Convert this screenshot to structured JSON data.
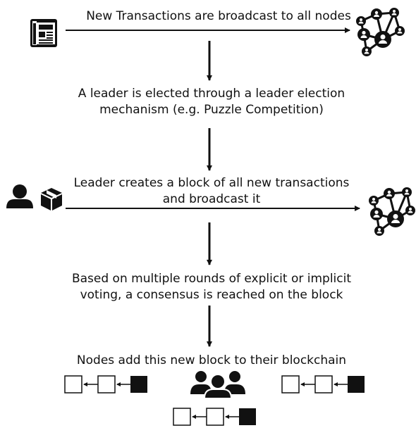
{
  "steps": [
    {
      "text": "New Transactions are broadcast to all nodes"
    },
    {
      "line1": "A leader is elected through a leader election",
      "line2": "mechanism (e.g. Puzzle Competition)"
    },
    {
      "line1": "Leader creates a block of all new transactions",
      "line2": "and broadcast it"
    },
    {
      "line1": "Based on multiple rounds of explicit or implicit",
      "line2": "voting, a consensus is reached on the block"
    },
    {
      "text": "Nodes add this new block to their blockchain"
    }
  ],
  "icons": {
    "transactions": "newspaper-icon",
    "network": "network-nodes-icon",
    "leader": "person-icon",
    "block": "box-icon",
    "nodes": "group-icon",
    "chain": "blockchain-icon"
  },
  "colors": {
    "ink": "#111111",
    "background": "#ffffff"
  }
}
